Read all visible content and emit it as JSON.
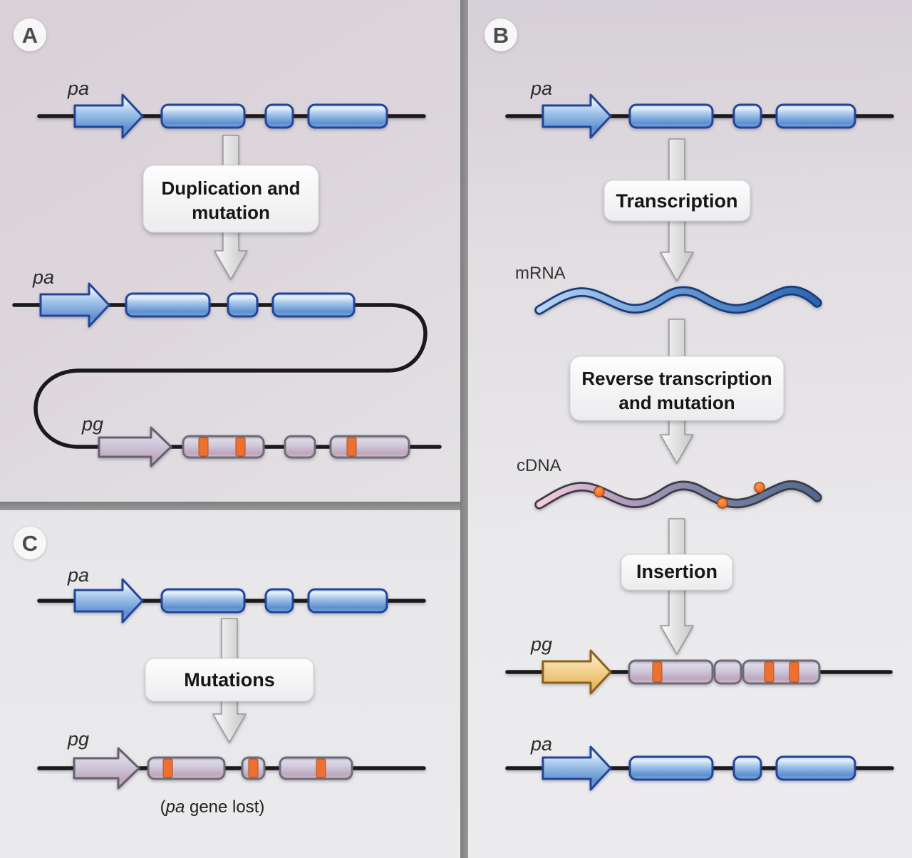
{
  "figure": {
    "colors": {
      "gene_blue": "#5d8fce",
      "pseudogene_lavender": "#c9c0d6",
      "mutation_orange": "#ee7031",
      "promoter_yellow": "#efc87e",
      "mrna_blue": "#2a66b0",
      "cdna_pink": "#f6cede",
      "cdna_slate": "#51698f",
      "divider_gray": "#8e8e8e"
    },
    "panel_a": {
      "badge": "A",
      "parental_gene_label": "pa",
      "step_box_line1": "Duplication and",
      "step_box_line2": "mutation",
      "duplicated_gene_label": "pa",
      "pseudogene_label": "pg",
      "pseudogene_mutation_bars_per_exon": [
        2,
        0,
        1
      ]
    },
    "panel_b": {
      "badge": "B",
      "parental_gene_label": "pa",
      "step1_box": "Transcription",
      "mrna_label": "mRNA",
      "step2_box_line1": "Reverse transcription",
      "step2_box_line2": "and mutation",
      "cdna_label": "cDNA",
      "cdna_mutation_dots": 3,
      "step3_box": "Insertion",
      "pseudogene_label": "pg",
      "pseudogene_mutation_bars_per_exon": [
        1,
        0,
        2
      ],
      "parental_gene_label_bottom": "pa"
    },
    "panel_c": {
      "badge": "C",
      "parental_gene_label": "pa",
      "step_box": "Mutations",
      "pseudogene_label": "pg",
      "pseudogene_mutation_bars_per_exon": [
        1,
        1,
        1
      ],
      "caption_prefix": "(",
      "caption_gene": "pa",
      "caption_suffix": " gene lost)"
    }
  }
}
